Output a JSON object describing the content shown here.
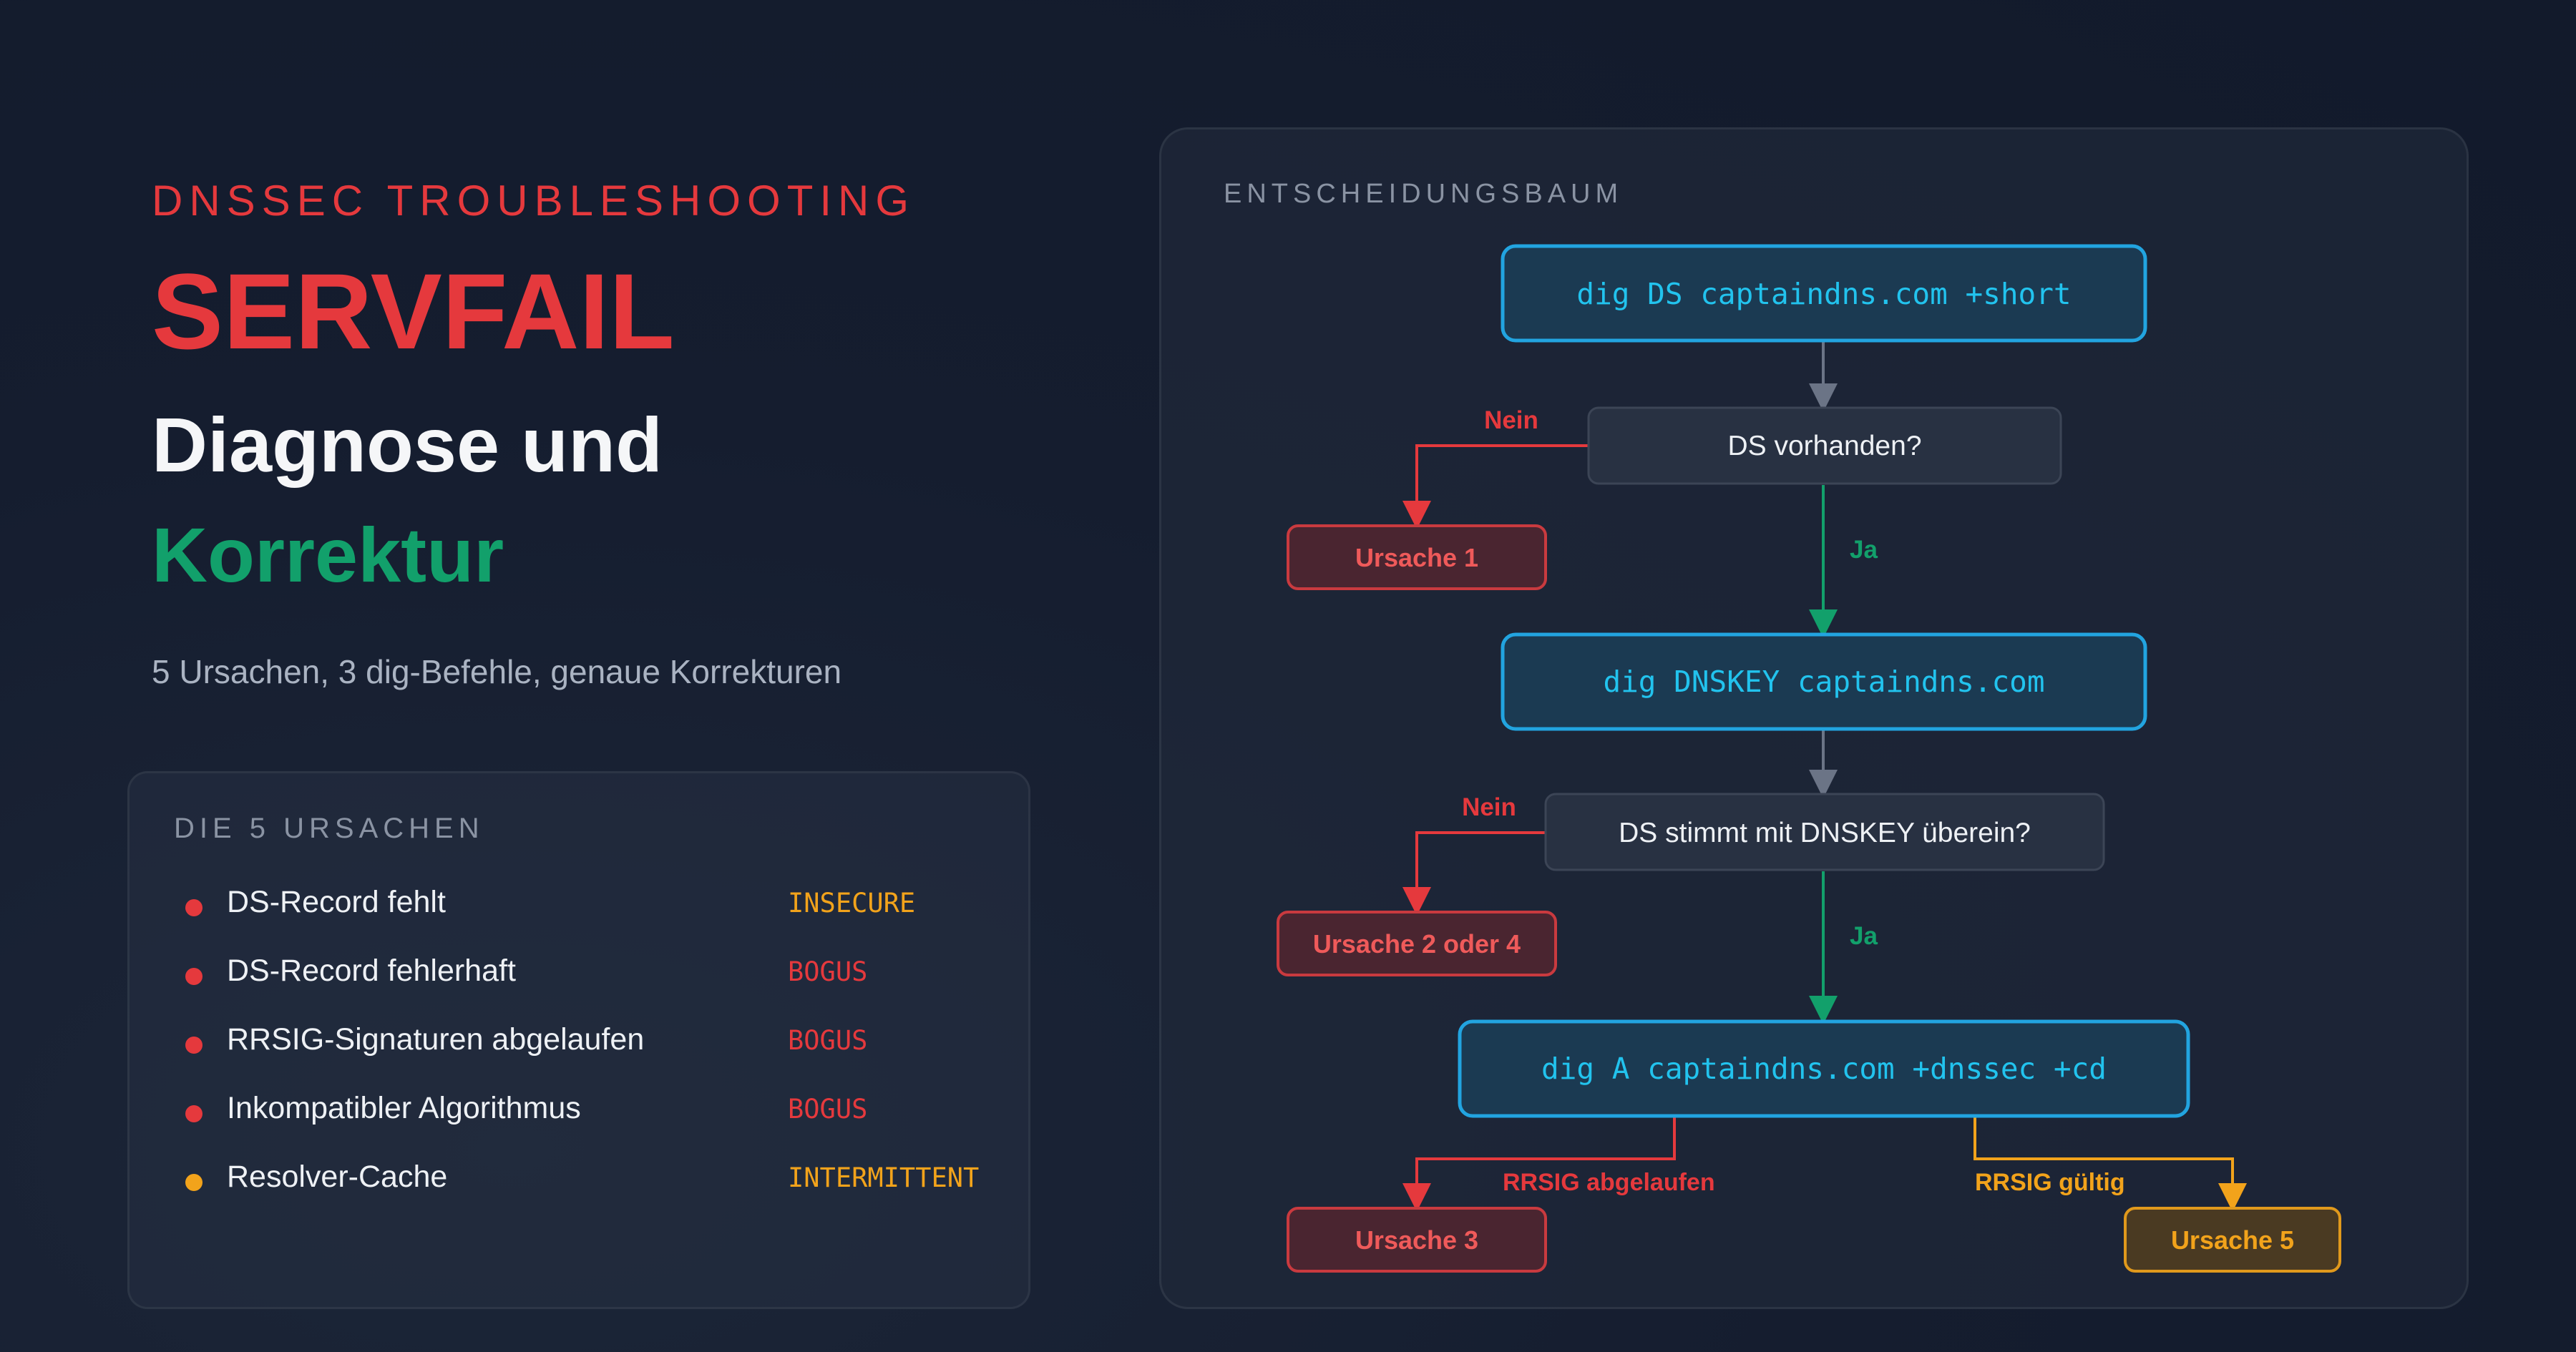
{
  "header": {
    "eyebrow": "DNSSEC TROUBLESHOOTING",
    "title_red": "SERVFAIL",
    "title_white": "Diagnose und",
    "title_green": "Korrektur",
    "subtitle": "5 Ursachen, 3 dig-Befehle, genaue Korrekturen"
  },
  "causes": {
    "title": "DIE 5 URSACHEN",
    "items": [
      {
        "label": "DS-Record fehlt",
        "status": "INSECURE",
        "dot_color": "#e5393d",
        "status_color": "#f2a31b"
      },
      {
        "label": "DS-Record fehlerhaft",
        "status": "BOGUS",
        "dot_color": "#e5393d",
        "status_color": "#e5393d"
      },
      {
        "label": "RRSIG-Signaturen abgelaufen",
        "status": "BOGUS",
        "dot_color": "#e5393d",
        "status_color": "#e5393d"
      },
      {
        "label": "Inkompatibler Algorithmus",
        "status": "BOGUS",
        "dot_color": "#e5393d",
        "status_color": "#e5393d"
      },
      {
        "label": "Resolver-Cache",
        "status": "INTERMITTENT",
        "dot_color": "#f2a31b",
        "status_color": "#f2a31b"
      }
    ]
  },
  "tree": {
    "title": "ENTSCHEIDUNGSBAUM",
    "cmd1": "dig DS captaindns.com +short",
    "q1": "DS vorhanden?",
    "q1_no": "Nein",
    "q1_yes": "Ja",
    "r1": "Ursache 1",
    "cmd2": "dig DNSKEY captaindns.com",
    "q2": "DS stimmt mit DNSKEY überein?",
    "q2_no": "Nein",
    "q2_yes": "Ja",
    "r2": "Ursache 2 oder 4",
    "cmd3": "dig A captaindns.com +dnssec +cd",
    "branch_left": "RRSIG abgelaufen",
    "branch_right": "RRSIG gültig",
    "r3": "Ursache 3",
    "r5": "Ursache 5"
  },
  "colors": {
    "red": "#e5393d",
    "green": "#12a06b",
    "amber": "#f2a31b",
    "cyan": "#22c3ee",
    "gray_arrow": "#6b7486"
  }
}
